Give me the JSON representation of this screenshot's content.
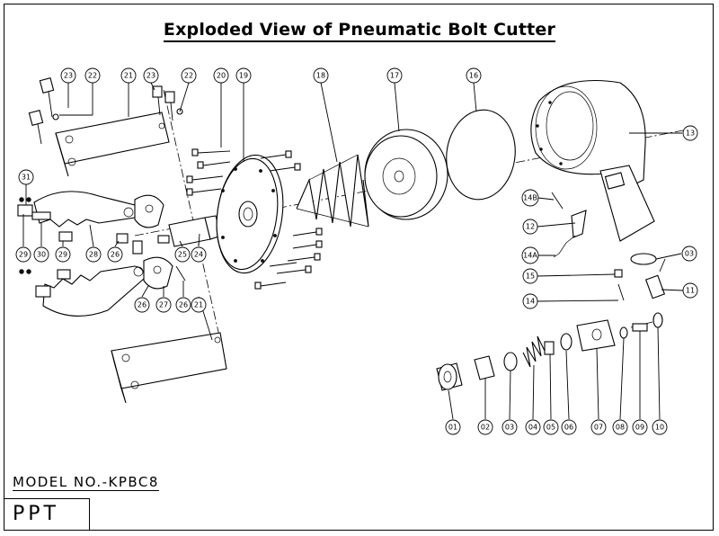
{
  "title": "Exploded View of Pneumatic Bolt Cutter",
  "model_number": "MODEL NO.-KPBC8",
  "brand": "PPT",
  "callouts": [
    "31",
    "23",
    "22",
    "21",
    "23",
    "22",
    "20",
    "19",
    "18",
    "17",
    "16",
    "13",
    "29",
    "30",
    "29",
    "28",
    "26",
    "25",
    "24",
    "26",
    "27",
    "26",
    "21",
    "14B",
    "12",
    "14A",
    "03",
    "15",
    "14",
    "11",
    "01",
    "02",
    "03",
    "04",
    "05",
    "06",
    "07",
    "08",
    "09",
    "10"
  ]
}
